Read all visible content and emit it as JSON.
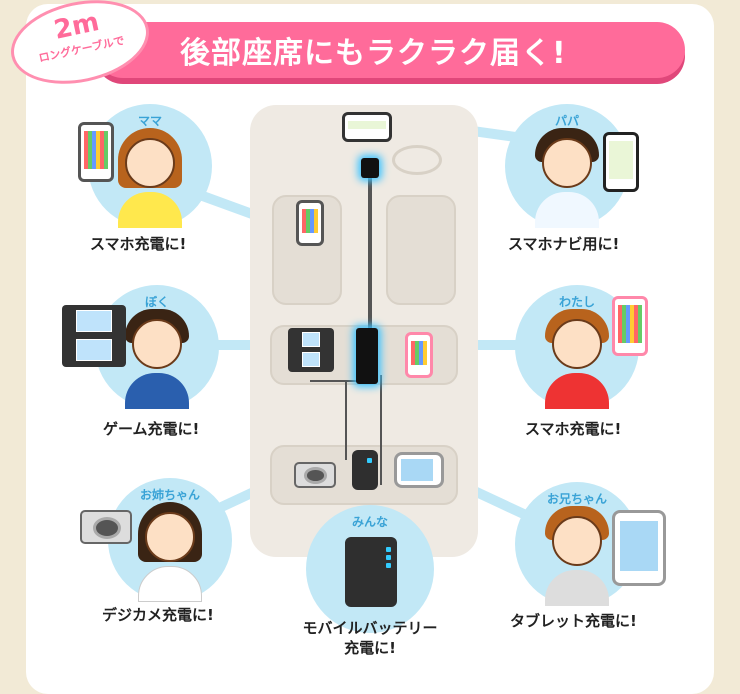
{
  "header": {
    "badge_big": "2m",
    "badge_small": "ロングケーブルで",
    "title": "後部座席にもラクラク届く!"
  },
  "people": [
    {
      "who": "ママ",
      "label": "スマホ充電に!"
    },
    {
      "who": "パパ",
      "label": "スマホナビ用に!"
    },
    {
      "who": "ぼく",
      "label": "ゲーム充電に!"
    },
    {
      "who": "わたし",
      "label": "スマホ充電に!"
    },
    {
      "who": "お姉ちゃん",
      "label": "デジカメ充電に!"
    },
    {
      "who": "みんな",
      "label_line1": "モバイルバッテリー",
      "label_line2": "充電に!"
    },
    {
      "who": "お兄ちゃん",
      "label": "タブレット充電に!"
    }
  ],
  "colors": {
    "accent": "#ff6b9a",
    "bubble": "#c2e8f6",
    "glow": "#3cc3ff"
  }
}
